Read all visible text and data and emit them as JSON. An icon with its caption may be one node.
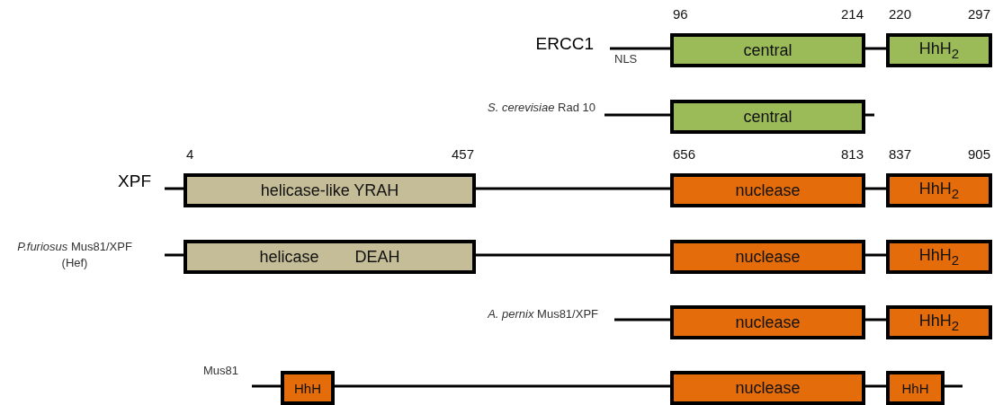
{
  "diagram": {
    "nodes": [
      {
        "text": [
          "central"
        ],
        "beside": [
          "96",
          "214"
        ]
      },
      {
        "text": [
          "HhH$_{2}$"
        ],
        "beside": [
          "220",
          "297"
        ]
      },
      {
        "text": [
          "central"
        ]
      },
      {
        "text": [
          "helicase-like YRAH"
        ],
        "beside": [
          "4",
          "457"
        ]
      },
      {
        "text": [
          "nuclease"
        ],
        "beside": [
          "656",
          "813"
        ]
      },
      {
        "text": [
          "HhH$_{2}$"
        ],
        "beside": [
          "837",
          "905"
        ]
      },
      {
        "text": [
          "helicase",
          "DEAH"
        ]
      },
      {
        "text": [
          "nuclease"
        ]
      },
      {
        "text": [
          "HhH$_{2}$"
        ]
      },
      {
        "text": [
          "nuclease"
        ]
      },
      {
        "text": [
          "HhH$_{2}$"
        ]
      },
      {
        "text": [
          "HhH"
        ]
      },
      {
        "text": [
          "nuclease"
        ]
      },
      {
        "text": [
          "HhH"
        ]
      }
    ],
    "edges": [
      {
        "from": null,
        "to": 0,
        "arrow": "none"
      },
      {
        "from": 0,
        "to": 1,
        "arrow": "none"
      },
      {
        "from": null,
        "to": 2,
        "arrow": "none"
      },
      {
        "from": 2,
        "to": null,
        "arrow": "none"
      },
      {
        "from": null,
        "to": 3,
        "arrow": "none"
      },
      {
        "from": 3,
        "to": 4,
        "arrow": "none"
      },
      {
        "from": 4,
        "to": 5,
        "arrow": "none"
      },
      {
        "from": null,
        "to": 6,
        "arrow": "none"
      },
      {
        "from": 6,
        "to": 7,
        "arrow": "none"
      },
      {
        "from": 7,
        "to": 8,
        "arrow": "none"
      },
      {
        "from": null,
        "to": 9,
        "arrow": "none"
      },
      {
        "from": 9,
        "to": 10,
        "arrow": "none"
      },
      {
        "from": null,
        "to": 11,
        "arrow": "none"
      },
      {
        "from": 11,
        "to": 12,
        "arrow": "none"
      },
      {
        "from": 12,
        "to": 13,
        "arrow": "none"
      },
      {
        "from": 13,
        "to": null,
        "arrow": "none"
      }
    ],
    "labels": [
      "ERCC1",
      "NLS",
      "*S. cerevisiae* Rad 10",
      "XPF",
      "*P.furiosus* Mus81/XPF (Hef)",
      "*A. pernix* Mus81/XPF",
      "Mus81"
    ]
  }
}
